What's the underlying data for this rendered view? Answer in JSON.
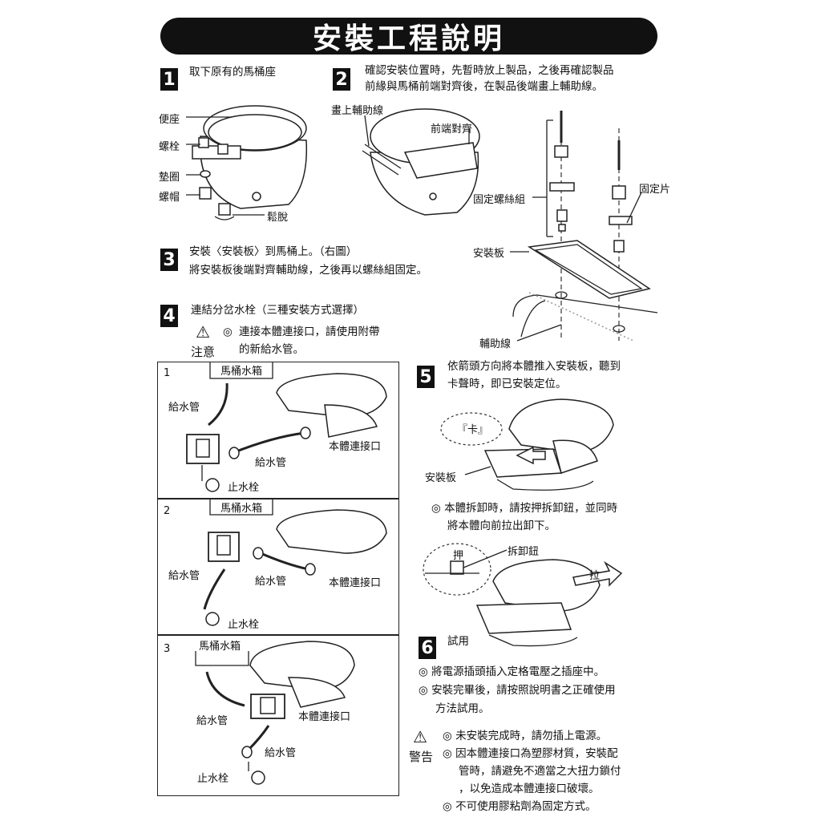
{
  "title": "安裝工程說明",
  "step1": {
    "num": "1",
    "text": "取下原有的馬桶座",
    "labels": {
      "seat": "便座",
      "bolt": "螺栓",
      "washer": "墊圈",
      "nut": "螺帽",
      "loosen": "鬆脫"
    }
  },
  "step2": {
    "num": "2",
    "line1": "確認安裝位置時，先暫時放上製品，之後再確認製品",
    "line2": "前緣與馬桶前端對齊後，在製品後端畫上輔助線。",
    "labels": {
      "draw_line": "畫上輔助線",
      "front_align": "前端對齊",
      "screw_set": "固定螺絲組",
      "fixing_piece": "固定片",
      "mount_plate": "安裝板",
      "aux_line": "輔助線"
    }
  },
  "step3": {
    "num": "3",
    "line1": "安裝〈安裝板〉到馬桶上。（右圖）",
    "line2": "將安裝板後端對齊輔助線，之後再以螺絲組固定。"
  },
  "step4": {
    "num": "4",
    "text": "連結分岔水栓（三種安裝方式選擇）",
    "caution_label": "注意",
    "caution_line1": "連接本體連接口，請使用附帶",
    "caution_line2": "的新給水管。",
    "methods": [
      {
        "index": "1",
        "tank": "馬桶水箱",
        "pipe1": "給水管",
        "pipe2": "給水管",
        "body_port": "本體連接口",
        "stop_valve": "止水栓"
      },
      {
        "index": "2",
        "tank": "馬桶水箱",
        "pipe1": "給水管",
        "pipe2": "給水管",
        "body_port": "本體連接口",
        "stop_valve": "止水栓"
      },
      {
        "index": "3",
        "tank": "馬桶水箱",
        "pipe1": "給水管",
        "pipe2": "給水管",
        "body_port": "本體連接口",
        "stop_valve": "止水栓"
      }
    ]
  },
  "step5": {
    "num": "5",
    "line1": "依箭頭方向將本體推入安裝板，聽到",
    "line2": "卡聲時，即已安裝定位。",
    "click": "『卡』",
    "mount_plate": "安裝板",
    "remove_line1": "◎ 本體拆卸時，請按押拆卸鈕，並同時",
    "remove_line2": "將本體向前拉出卸下。",
    "press": "押",
    "release_button": "拆卸鈕",
    "pull": "拉"
  },
  "step6": {
    "num": "6",
    "text": "試用",
    "note1": "◎ 將電源插頭插入定格電壓之插座中。",
    "note2_line1": "◎ 安裝完畢後，請按照說明書之正確使用",
    "note2_line2": "方法試用。",
    "warning_label": "警告",
    "warn1": "◎ 未安裝完成時，請勿插上電源。",
    "warn2_line1": "◎ 因本體連接口為塑膠材質，安裝配",
    "warn2_line2": "管時，請避免不適當之大扭力鎖付",
    "warn2_line3": "，以免造成本體連接口破壞。",
    "warn3": "◎ 不可使用膠粘劑為固定方式。"
  }
}
